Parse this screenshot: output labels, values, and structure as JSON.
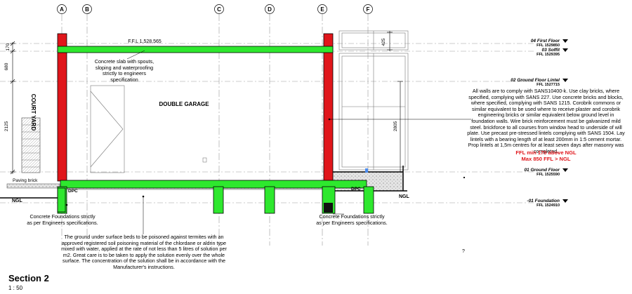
{
  "grid_labels": [
    "A",
    "B",
    "C",
    "D",
    "E",
    "F"
  ],
  "room_label": "DOUBLE GARAGE",
  "court_yard_label": "COURT YARD",
  "ffl_label": "F.F.L 1,528,565",
  "dimensions": {
    "d170": "170",
    "d680": "680",
    "d2125": "2125",
    "d425": "425",
    "d2805": "2805"
  },
  "levels": [
    {
      "name": "04 First Floor",
      "value": "FFL 1529850"
    },
    {
      "name": "03 Soffit",
      "value": "FFL 1529395"
    },
    {
      "name": "02 Ground Floor Lintel",
      "value": "FFL 1527715"
    },
    {
      "name": "01 Ground Floor",
      "value": "FFL 1525590"
    },
    {
      "name": "-01 Foundation",
      "value": "FFL 1524910"
    }
  ],
  "notes": {
    "slab": "Concrete slab with spouts, sloping and waterproofing strictly to engineers specification",
    "walls": "All walls are to comply with SANS10400-k. Use clay bricks, where specified, complying with SANS 227. Use concrete bricks and blocks, where specified, complying with SANS 1215. Corobrik commons or similar equivalent to be used where to receive plaster and corobrik engineering bricks or similar equivalent below ground level in foundation walls. Wire brick reinforcement must be galvanized mild steel. brickforce to all courses from window head to underside of will plate. Use precast pre-stressed lintels complying with SANS 1504. Lay lintels with a bearing length of at least 200mm in 1:5 cement mortar. Prop lintels at 1,5m centres for at least seven days after masonry was completed.",
    "ffl_min": "FFL min 170 above NGL",
    "ffl_max": "Max 850 FFL > NGL",
    "foundation_left": "Concrete Foundations strictly as per Engineers specifications.",
    "foundation_right": "Concrete Foundations strictly as per Engineers specifications.",
    "poison": "The ground under surface beds to be poisoned against termites with an approved registered soil poisoning material of the chlordane or aldrin type mixed with water, applied at the rate of not less than 5 litres of solution per m2. Great care is to be taken to apply the solution evenly over the whole surface. The concentration of the solution shall be in accordance with the Manufacturer's instructions.",
    "paving": "Paving brick",
    "ngl_left": "NGL",
    "ngl_right": "NGL",
    "dpc_left": "DPC",
    "dpc_right": "DPC",
    "question": "?"
  },
  "section_title": "Section 2",
  "scale": "1 : 50",
  "colors": {
    "wall_red": "#e0161b",
    "concrete_green": "#2ee82e",
    "fill_grey": "#d8d8d8"
  }
}
